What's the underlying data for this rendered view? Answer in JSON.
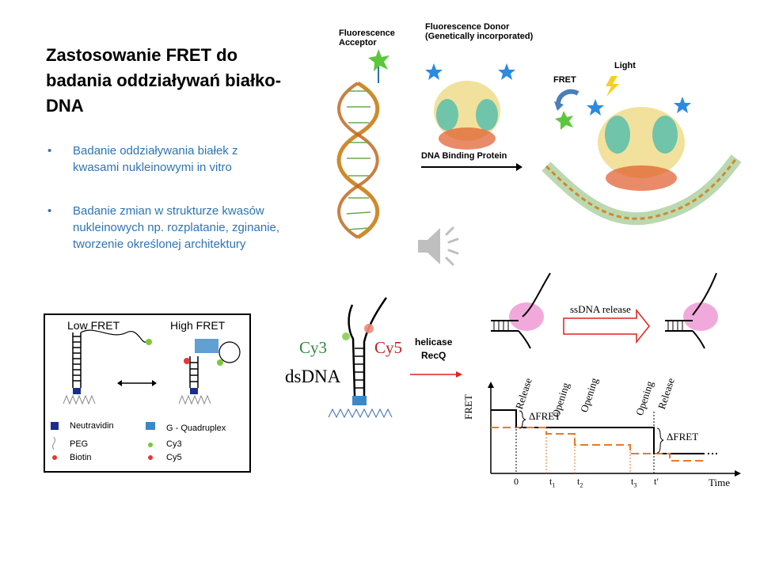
{
  "slide": {
    "title": "Zastosowanie FRET do badania oddziaływań białko-DNA",
    "bullets": [
      "Badanie oddziaływania białek z kwasami nukleinowymi  in vitro",
      "Badanie zmian w strukturze kwasów nukleinowych np. rozplatanie, zginanie, tworzenie określonej architektury"
    ]
  },
  "figure_top": {
    "acceptor_label": "Fluorescence Acceptor",
    "donor_label": "Fluorescence Donor (Genetically incorporated)",
    "binding_label": "DNA Binding Protein",
    "fret_label": "FRET",
    "light_label": "Light"
  },
  "figure_left": {
    "low_fret": "Low FRET",
    "high_fret": "High FRET",
    "legend": {
      "neutravidin": "Neutravidin",
      "peg": "PEG",
      "biotin": "Biotin",
      "g_quad": "G - Quadruplex",
      "cy3": "Cy3",
      "cy5": "Cy5"
    }
  },
  "figure_helicase": {
    "cy3": "Cy3",
    "cy5": "Cy5",
    "dsdna": "dsDNA",
    "helicase": "helicase",
    "recq": "RecQ",
    "ssdna_release": "ssDNA release",
    "fret_axis": "FRET",
    "time_axis": "Time",
    "release1": "Release",
    "opening1": "Opening",
    "opening2": "Opening",
    "opening3": "Opening",
    "release2": "Release",
    "dfret1": "ΔFRET",
    "dfret2": "ΔFRET",
    "tick0": "0",
    "t1": "t",
    "t1_sub": "1",
    "t2": "t",
    "t2_sub": "2",
    "t3": "t",
    "t3_sub": "3",
    "tprime": "t′"
  },
  "colors": {
    "bullet_text": "#2E74B5",
    "orange": "#E87A2A",
    "pink": "#F0A0D8",
    "red_arrow": "#E02020"
  }
}
